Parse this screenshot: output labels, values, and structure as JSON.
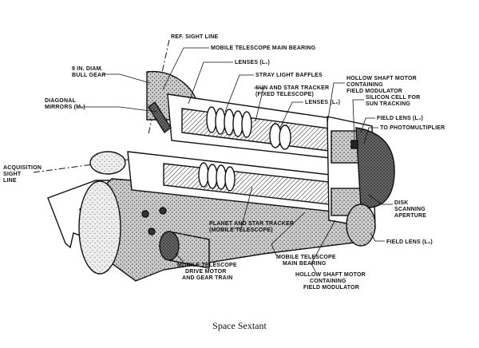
{
  "caption": "Space Sextant",
  "labels": {
    "ref_sight_line": "REF. SIGHT LINE",
    "mobile_telescope_main_bearing_top": "MOBILE TELESCOPE MAIN BEARING",
    "lenses_l1": "LENSES (L₁)",
    "bull_gear_line1": "9 IN. DIAM.",
    "bull_gear_line2": "BULL GEAR",
    "stray_light_baffles": "STRAY LIGHT BAFFLES",
    "hollow_motor_top_line1": "HOLLOW SHAFT MOTOR",
    "hollow_motor_top_line2": "CONTAINING",
    "hollow_motor_top_line3": "FIELD MODULATOR",
    "sun_star_tracker_line1": "SUN AND STAR TRACKER",
    "sun_star_tracker_line2": "(FIXED TELESCOPE)",
    "diagonal_mirrors_line1": "DIAGONAL",
    "diagonal_mirrors_line2": "MIRRORS (M₁)",
    "lenses_l2": "LENSES (L₂)",
    "silicon_cell_line1": "SILICON CELL FOR",
    "silicon_cell_line2": "SUN TRACKING",
    "field_lens_l4": "FIELD LENS (L₄)",
    "to_photomultiplier": "TO PHOTOMULTIPLIER",
    "acquisition_line1": "ACQUISITION",
    "acquisition_line2": "SIGHT",
    "acquisition_line3": "LINE",
    "disk_scanning_line1": "DISK",
    "disk_scanning_line2": "SCANNING",
    "disk_scanning_line3": "APERTURE",
    "field_lens_l3": "FIELD LENS (L₃)",
    "planet_star_tracker_line1": "PLANET AND STAR TRACKER",
    "planet_star_tracker_line2": "(MOBILE TELESCOPE)",
    "mobile_bearing_bottom_line1": "MOBILE TELESCOPE",
    "mobile_bearing_bottom_line2": "MAIN BEARING",
    "drive_motor_line1": "MOBILE TELESCOPE",
    "drive_motor_line2": "DRIVE MOTOR",
    "drive_motor_line3": "AND GEAR TRAIN",
    "hollow_motor_bottom_line1": "HOLLOW SHAFT MOTOR",
    "hollow_motor_bottom_line2": "CONTAINING",
    "hollow_motor_bottom_line3": "FIELD MODULATOR"
  }
}
